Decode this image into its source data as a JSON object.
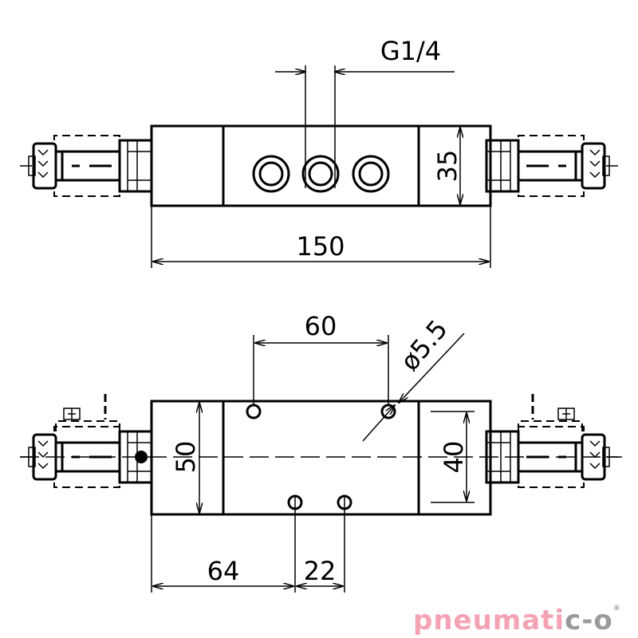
{
  "drawing": {
    "top_view": {
      "port_thread": "G1/4",
      "height_dim": "35",
      "length_dim": "150"
    },
    "bottom_view": {
      "hole_spacing": "60",
      "hole_diameter": "ø5.5",
      "width_dim": "50",
      "inner_dim": "40",
      "offset_dim": "64",
      "lower_spacing": "22"
    }
  },
  "logo": {
    "part1": "pneumati",
    "part2": "c-o",
    "registered": "®",
    "colors": {
      "pink": "#f4a3b4",
      "grey": "#9a9a9a"
    }
  }
}
